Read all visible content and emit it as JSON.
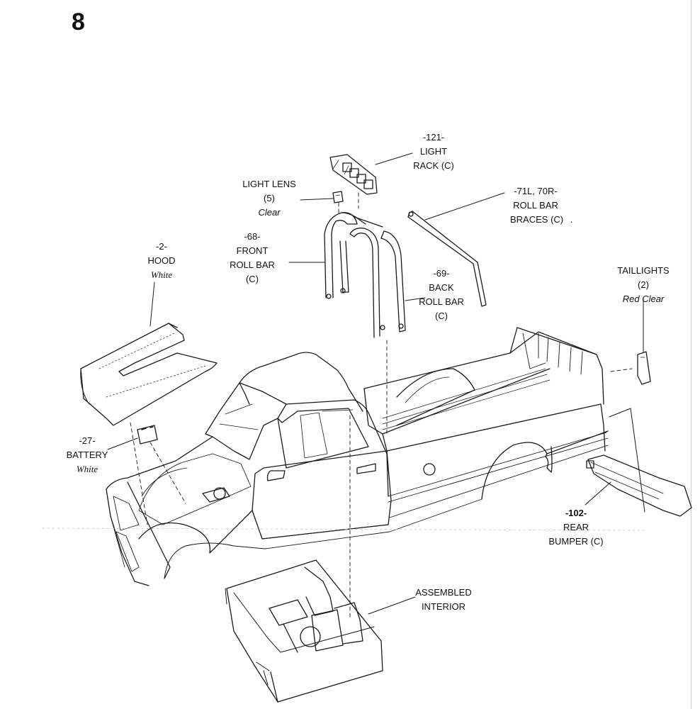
{
  "step_number": "8",
  "callouts": {
    "light_rack": {
      "number": "-121-",
      "name": "LIGHT",
      "name2": "RACK (C)"
    },
    "light_lens": {
      "name": "LIGHT LENS",
      "qty": "(5)",
      "finish": "Clear"
    },
    "roll_bar_braces": {
      "number": "-71L, 70R-",
      "name": "ROLL BAR",
      "name2": "BRACES (C)",
      "extra": "."
    },
    "hood": {
      "number": "-2-",
      "name": "HOOD",
      "finish": "White"
    },
    "front_roll_bar": {
      "number": "-68-",
      "name": "FRONT",
      "name2": "ROLL BAR",
      "code": "(C)"
    },
    "back_roll_bar": {
      "number": "-69-",
      "name": "BACK",
      "name2": "ROLL BAR",
      "code": "(C)"
    },
    "taillights": {
      "name": "TAILLIGHTS",
      "qty": "(2)",
      "finish": "Red Clear"
    },
    "battery": {
      "number": "-27-",
      "name": "BATTERY",
      "finish": "White"
    },
    "rear_bumper": {
      "number": "-102-",
      "name": "REAR",
      "name2": "BUMPER (C)"
    },
    "assembled_interior": {
      "name": "ASSEMBLED",
      "name2": "INTERIOR"
    }
  }
}
